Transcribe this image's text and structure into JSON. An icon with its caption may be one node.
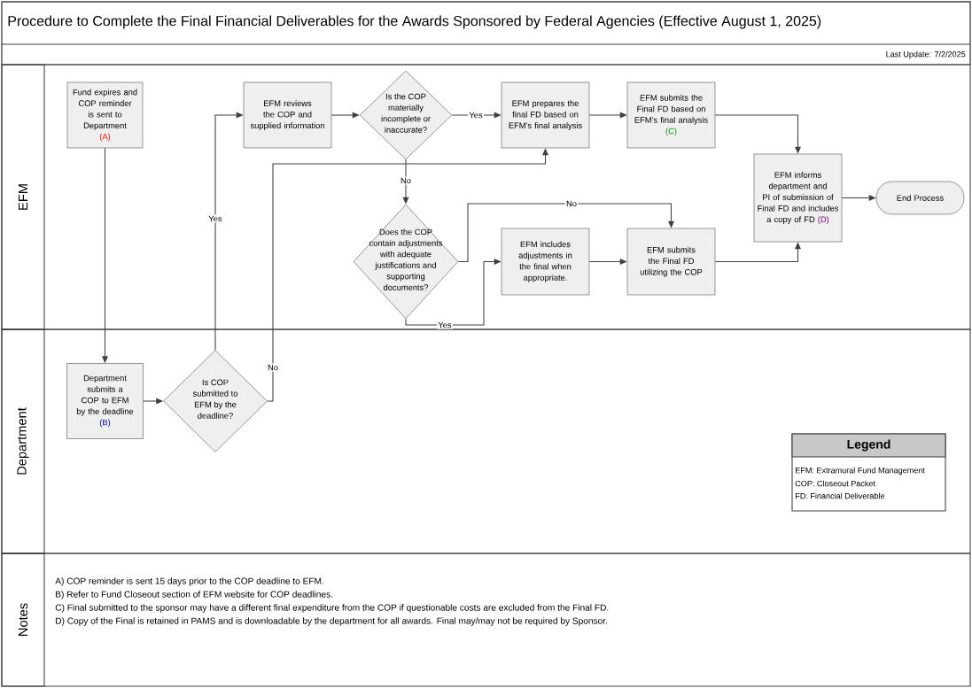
{
  "diagram": {
    "title": "Procedure to Complete the Final Financial Deliverables for the Awards Sponsored by Federal Agencies (Effective August 1, 2025)",
    "nodes": [
      {
        "text": [
          "EFM"
        ]
      },
      {
        "text": [
          "Fund expires and COP reminder is sent to Department",
          "(A)"
        ],
        "in": 0
      },
      {
        "text": [
          "EFM reviews the COP and supplied information"
        ],
        "in": 0
      },
      {
        "text": [
          "Is the COP materially incomplete or inaccurate?"
        ],
        "in": 0
      },
      {
        "text": [
          "EFM prepares the final FD based on EFM’s final analysis"
        ],
        "in": 0
      },
      {
        "text": [
          "EFM submits the Final FD based on EFM’s final analysis",
          "(C)"
        ],
        "in": 0
      },
      {
        "text": [
          "EFM informs department and PI of submission of Final FD and includes a copy of FD",
          "(D)"
        ],
        "in": 0
      },
      {
        "text": [
          "End Process"
        ],
        "in": 0
      },
      {
        "text": [
          "Does the COP contain adjustments with adequate justifications and supporting documents?"
        ],
        "in": 0
      },
      {
        "text": [
          "EFM includes adjustments in the final when appropriate."
        ],
        "in": 0
      },
      {
        "text": [
          "EFM submits the Final FD utilizing the COP"
        ],
        "in": 0
      },
      {
        "text": [
          "Department"
        ]
      },
      {
        "text": [
          "Department submits a COP to EFM by the deadline",
          "(B)"
        ],
        "in": 11
      },
      {
        "text": [
          "Is COP submitted to EFM by the deadline?"
        ],
        "in": 11
      },
      {
        "text": [
          "Legend",
          "EFM: Extramural Fund Management",
          "COP: Closeout Packet",
          "FD: Financial Deliverable"
        ],
        "in": 11
      },
      {
        "text": [
          "Notes",
          "A) COP reminder is sent 15 days prior to the COP deadline to EFM.",
          "B) Refer to Fund Closeout section of EFM website for COP deadlines.",
          "C) Final submitted to the sponsor may have a different final expenditure from the COP if questionable costs are excluded from the Final FD.",
          "D) Copy of the Final is retained in PAMS and is downloadable by the department for all awards. Final may/may not be required by Sponsor."
        ]
      }
    ],
    "edges": [
      {
        "from": 1,
        "to": 12,
        "arrow": "to"
      },
      {
        "from": 12,
        "to": 13,
        "arrow": "to"
      },
      {
        "from": 13,
        "to": 2,
        "arrow": "to",
        "label": "Yes"
      },
      {
        "from": 13,
        "to": 4,
        "arrow": "to",
        "label": "No"
      },
      {
        "from": 2,
        "to": 3,
        "arrow": "to"
      },
      {
        "from": 3,
        "to": 4,
        "arrow": "to",
        "label": "Yes"
      },
      {
        "from": 4,
        "to": 5,
        "arrow": "to"
      },
      {
        "from": 5,
        "to": 6,
        "arrow": "to"
      },
      {
        "from": 3,
        "to": 8,
        "arrow": "to",
        "label": "No"
      },
      {
        "from": 8,
        "to": 10,
        "arrow": "to",
        "label": "No"
      },
      {
        "from": 8,
        "to": 9,
        "arrow": "to",
        "label": "Yes"
      },
      {
        "from": 9,
        "to": 10,
        "arrow": "to"
      },
      {
        "from": 10,
        "to": 6,
        "arrow": "to"
      },
      {
        "from": 6,
        "to": 7,
        "arrow": "to"
      }
    ],
    "labels": [
      "Last Update: 7/2/2025"
    ]
  }
}
